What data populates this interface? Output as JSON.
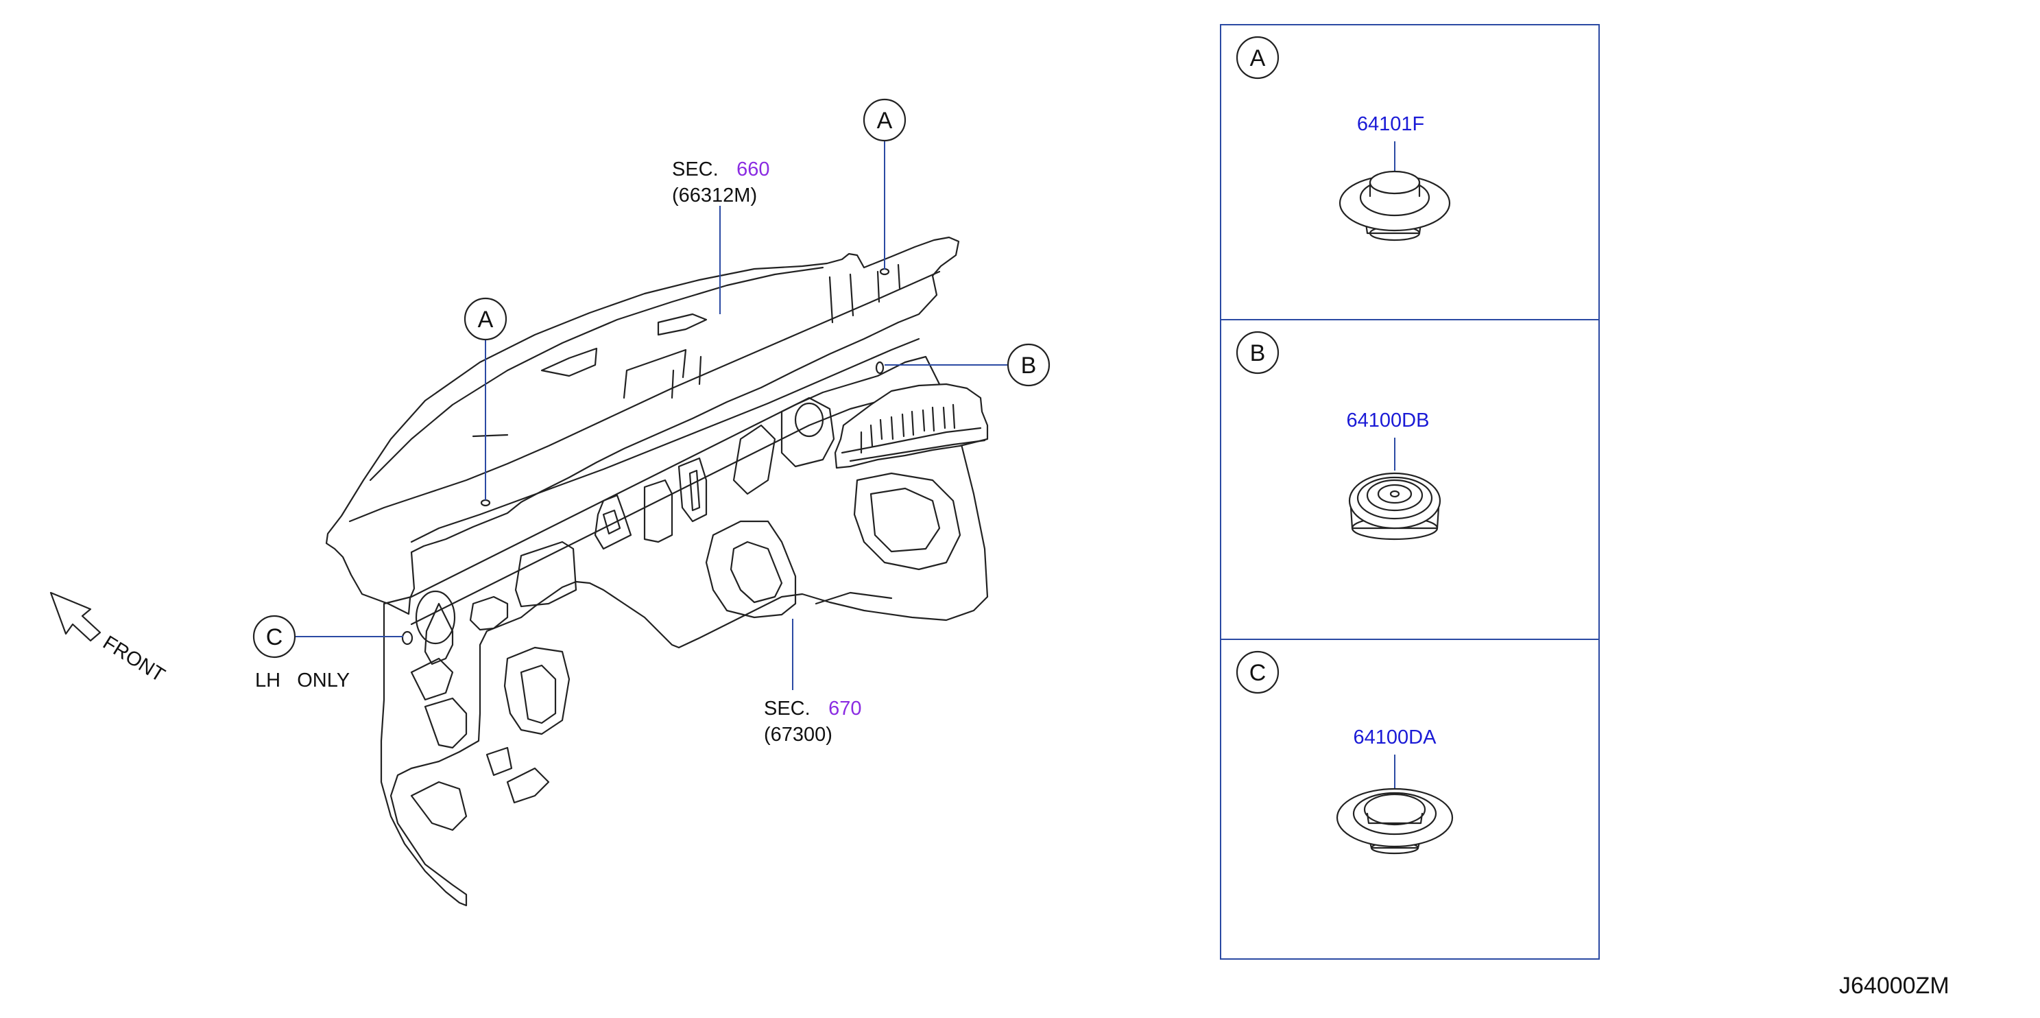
{
  "diagram": {
    "code": "J64000ZM",
    "front_label": "FRONT",
    "lh_only": "LH   ONLY",
    "sec_upper": {
      "prefix": "SEC.",
      "number": "660",
      "part": "(66312M)"
    },
    "sec_lower": {
      "prefix": "SEC.",
      "number": "670",
      "part": "(67300)"
    },
    "callouts": {
      "a_top": "A",
      "a_left": "A",
      "b": "B",
      "c": "C"
    },
    "panels": [
      {
        "letter": "A",
        "part_number": "64101F"
      },
      {
        "letter": "B",
        "part_number": "64100DB"
      },
      {
        "letter": "C",
        "part_number": "64100DA"
      }
    ]
  },
  "colors": {
    "lead_line": "#2b4aa3",
    "part_number": "#1a1ad6",
    "section_number": "#8a2be2",
    "ink": "#222222"
  }
}
